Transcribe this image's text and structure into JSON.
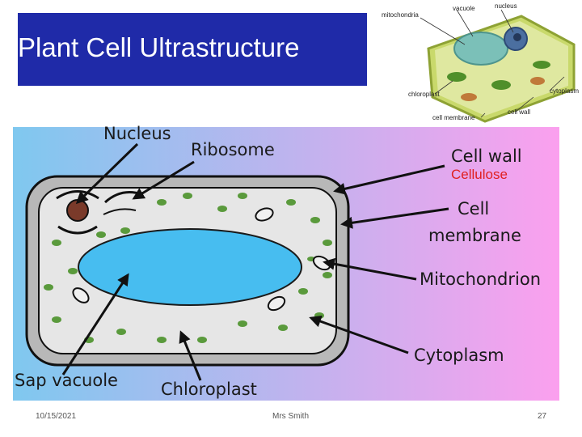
{
  "slide": {
    "title": "Plant Cell Ultrastructure",
    "footer": {
      "date": "10/15/2021",
      "author": "Mrs Smith",
      "page": "27"
    }
  },
  "reference_image": {
    "labels": {
      "mitochondria": "mitochondria",
      "vacuole": "vacuole",
      "nucleus": "nucleus",
      "chloroplast": "chloroplast",
      "cytoplasm": "cytoplasm",
      "cell_membrane": "cell membrane",
      "cell_wall": "cell wall"
    }
  },
  "diagram": {
    "labels": {
      "nucleus": "Nucleus",
      "ribosome": "Ribosome",
      "cell_wall": "Cell wall",
      "cellulose": "Cellulose",
      "cell_membrane_1": "Cell",
      "cell_membrane_2": "membrane",
      "mitochondrion": "Mitochondrion",
      "cytoplasm": "Cytoplasm",
      "sap_vacuole": "Sap vacuole",
      "chloroplast": "Chloroplast"
    },
    "colors": {
      "bg_left": "#7fc8ef",
      "bg_right": "#fba0ee",
      "cell_wall": "#b8b8b8",
      "cytoplasm": "#e6e6e6",
      "vacuole": "#47bdf0",
      "chloroplast": "#5a9a3c",
      "nucleus": "#7a3a2a"
    }
  }
}
